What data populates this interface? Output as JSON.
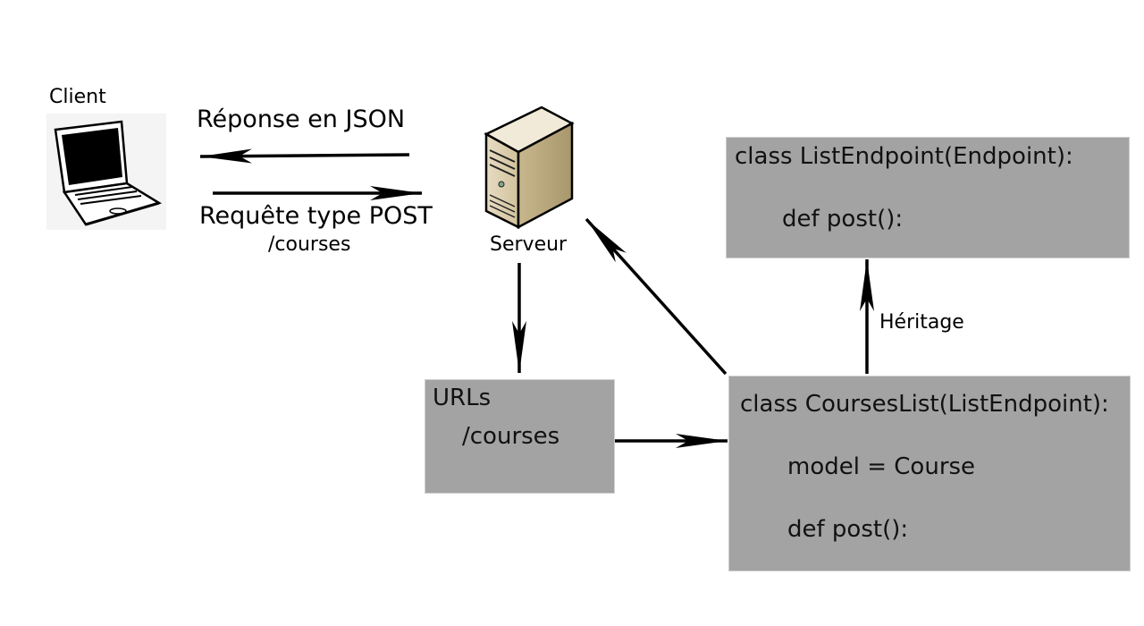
{
  "client": {
    "label": "Client"
  },
  "server": {
    "label": "Serveur"
  },
  "response": {
    "label": "Réponse en JSON"
  },
  "request": {
    "label": "Requête type POST",
    "path": "/courses"
  },
  "inheritance": {
    "label": "Héritage"
  },
  "list_endpoint": {
    "class_line": "class ListEndpoint(Endpoint):",
    "method_line": "def post():"
  },
  "urls": {
    "title": "URLs",
    "route": "/courses"
  },
  "courses_list": {
    "class_line": "class CoursesList(ListEndpoint):",
    "model_line": "model = Course",
    "method_line": "def post():"
  },
  "colors": {
    "box_fill": "#a3a3a3",
    "arrow": "#000000"
  }
}
